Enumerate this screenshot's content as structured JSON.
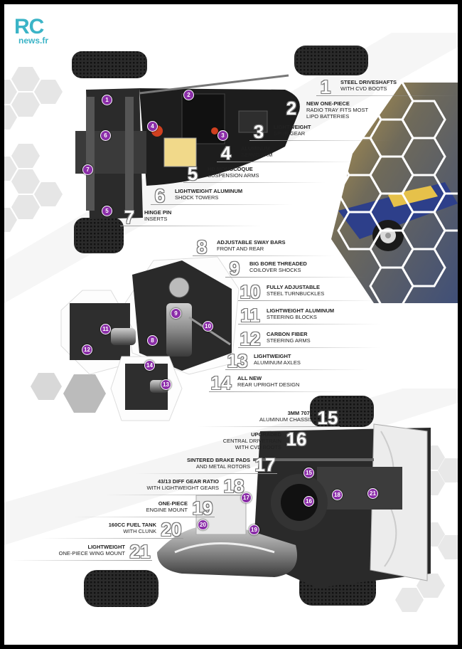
{
  "logo": {
    "main": "RC",
    "sub": "news.fr"
  },
  "features": [
    {
      "num": "1",
      "line1": "Steel driveshafts",
      "line2": "with CVD boots"
    },
    {
      "num": "2",
      "line1": "New one-piece",
      "line2": "radio tray fits most",
      "line3": "LiPo batteries"
    },
    {
      "num": "3",
      "line1": "Lightweight",
      "line2": "spur gear"
    },
    {
      "num": "4",
      "line1": "Aluminum",
      "line2": "servo arm"
    },
    {
      "num": "5",
      "line1": "HB Monocoque",
      "line2": "suspension arms"
    },
    {
      "num": "6",
      "line1": "Lightweight aluminum",
      "line2": "shock towers"
    },
    {
      "num": "7",
      "line1": "Hinge pin",
      "line2": "inserts"
    },
    {
      "num": "8",
      "line1": "Adjustable sway bars",
      "line2": "front and rear"
    },
    {
      "num": "9",
      "line1": "Big bore threaded",
      "line2": "coilover shocks"
    },
    {
      "num": "10",
      "line1": "Fully adjustable",
      "line2": "steel turnbuckles"
    },
    {
      "num": "11",
      "line1": "Lightweight aluminum",
      "line2": "steering blocks"
    },
    {
      "num": "12",
      "line1": "Carbon fiber",
      "line2": "steering arms"
    },
    {
      "num": "13",
      "line1": "Lightweight",
      "line2": "aluminum axles"
    },
    {
      "num": "14",
      "line1": "All new",
      "line2": "rear upright design"
    },
    {
      "num": "15",
      "line1": "3mm 7075",
      "line2": "aluminum chassis"
    },
    {
      "num": "16",
      "line1": "Upgraded",
      "line2": "central drivetrain",
      "line3": "with CVD boots"
    },
    {
      "num": "17",
      "line1": "Sintered brake pads",
      "line2": "and metal rotors"
    },
    {
      "num": "18",
      "line1": "43/13 diff gear ratio",
      "line2": "with lightweight gears"
    },
    {
      "num": "19",
      "line1": "One-piece",
      "line2": "engine mount"
    },
    {
      "num": "20",
      "line1": "160cc fuel tank",
      "line2": "with clunk"
    },
    {
      "num": "21",
      "line1": "Lightweight",
      "line2": "one-piece wing mount"
    }
  ],
  "badges": [
    "1",
    "2",
    "3",
    "4",
    "5",
    "6",
    "7",
    "8",
    "9",
    "10",
    "11",
    "12",
    "13",
    "14",
    "15",
    "16",
    "17",
    "18",
    "19",
    "20",
    "21"
  ],
  "colors": {
    "accent": "#8b2ea8",
    "logo": "#3bb4c7",
    "hex": "#e4e4e4"
  }
}
